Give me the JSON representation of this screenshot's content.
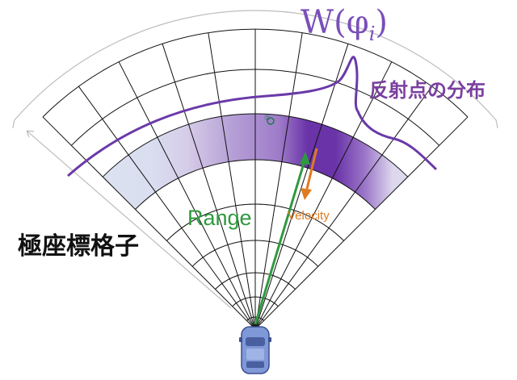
{
  "labels": {
    "weight_function": "W(φ",
    "weight_subscript": "i",
    "weight_close": ")",
    "distribution": "反射点の分布",
    "range": "Range",
    "velocity": "Velocity",
    "polar_grid": "極座標格子",
    "marker": "①"
  },
  "colors": {
    "grid_line": "#111111",
    "band_light": "#dfe5f1",
    "band_dark": "#6a34a8",
    "curve": "#6a3aa8",
    "range_arrow": "#2e9a3e",
    "velocity_arrow": "#e07a22",
    "car_body": "#7f98d8",
    "car_outline": "#3c4f8e",
    "arc_outline": "#bdbdbd"
  },
  "icons": {
    "vehicle": "car-icon"
  }
}
